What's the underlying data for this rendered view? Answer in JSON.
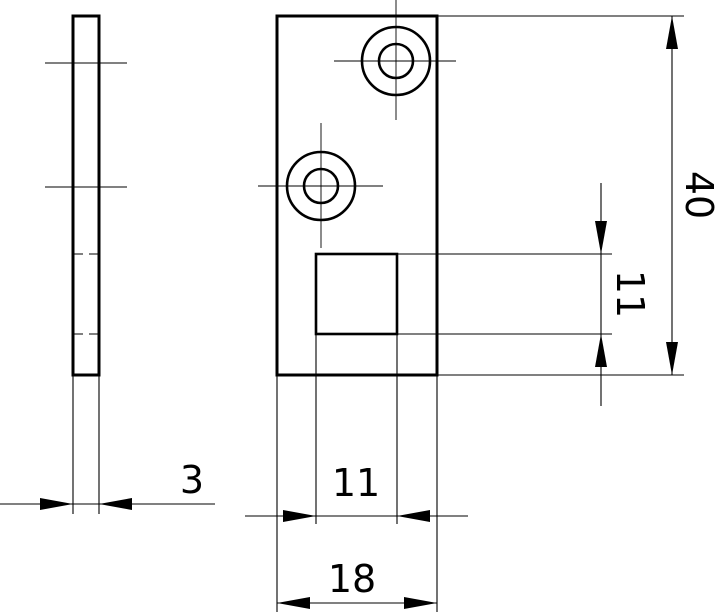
{
  "dimensions": {
    "thickness": "3",
    "overall_width": "18",
    "slot_width": "11",
    "overall_height": "40",
    "slot_height": "11"
  }
}
